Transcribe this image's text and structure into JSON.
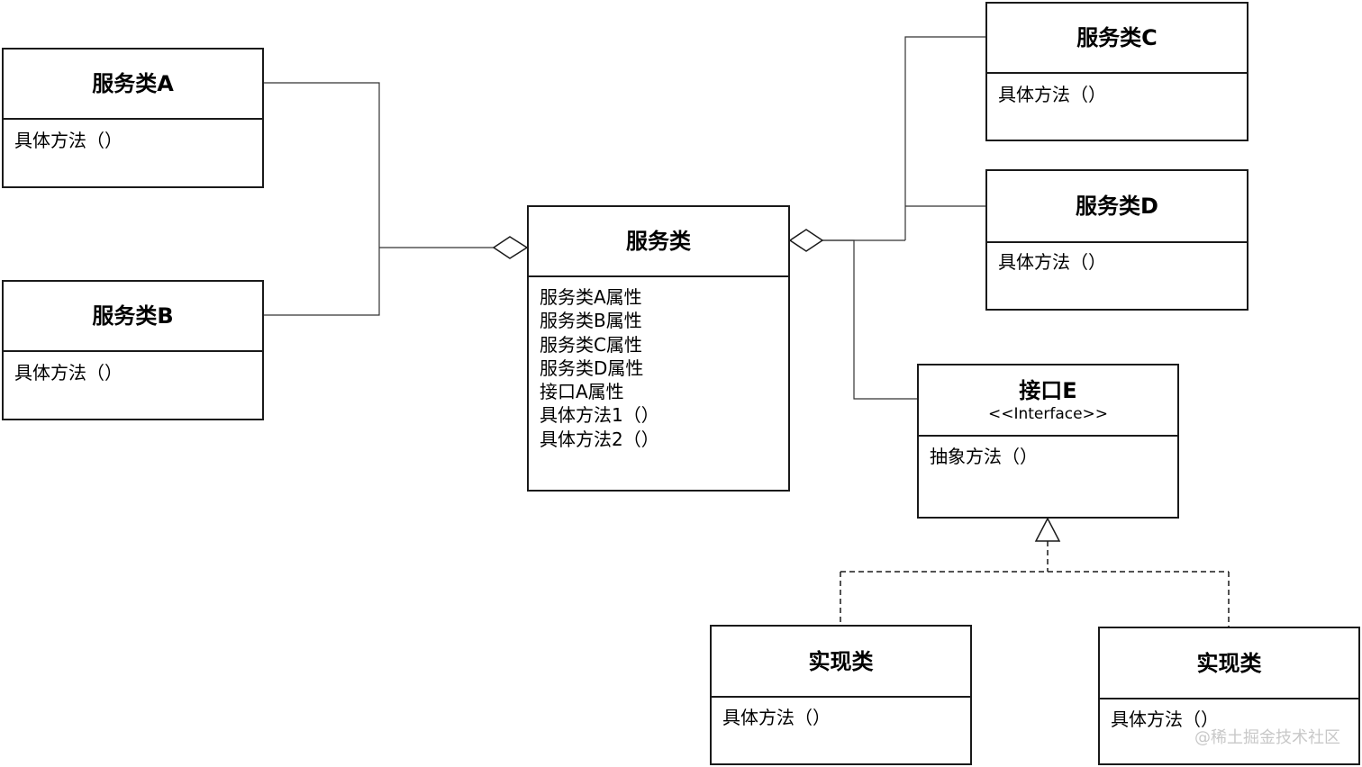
{
  "classes": {
    "service_a": {
      "title": "服务类A",
      "methods": [
        "具体方法（）"
      ]
    },
    "service_b": {
      "title": "服务类B",
      "methods": [
        "具体方法（）"
      ]
    },
    "service": {
      "title": "服务类",
      "members": [
        "服务类A属性",
        "服务类B属性",
        "服务类C属性",
        "服务类D属性",
        "接口A属性",
        "具体方法1（）",
        "具体方法2（）"
      ]
    },
    "service_c": {
      "title": "服务类C",
      "methods": [
        "具体方法（）"
      ]
    },
    "service_d": {
      "title": "服务类D",
      "methods": [
        "具体方法（）"
      ]
    },
    "interface_e": {
      "title": "接口E",
      "stereotype": "<<Interface>>",
      "methods": [
        "抽象方法（）"
      ]
    },
    "impl_left": {
      "title": "实现类",
      "methods": [
        "具体方法（）"
      ]
    },
    "impl_right": {
      "title": "实现类",
      "methods": [
        "具体方法（）"
      ]
    }
  },
  "relations": {
    "aggregation": "aggregation",
    "realization": "realization"
  },
  "watermark": "@稀土掘金技术社区",
  "colors": {
    "line": "#1a1a1a",
    "watermark": "#c8c8c8"
  }
}
